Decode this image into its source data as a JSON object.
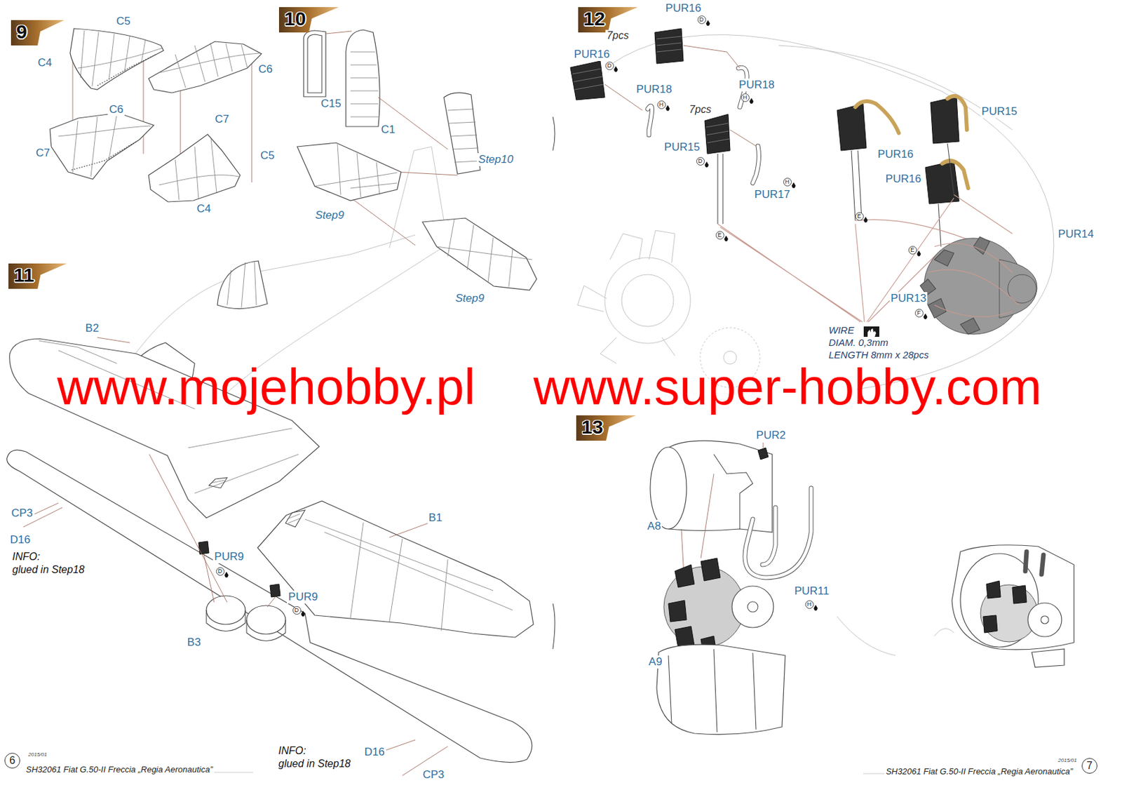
{
  "diagram": {
    "nodes": [
      {
        "text": [
          "9"
        ]
      },
      {
        "text": [
          "10"
        ]
      },
      {
        "text": [
          "11"
        ]
      },
      {
        "text": [
          "12"
        ]
      },
      {
        "text": [
          "13"
        ]
      }
    ],
    "labels": [
      "C5",
      "C4",
      "C6",
      "C6",
      "C7",
      "C7",
      "C5",
      "C4",
      "C15",
      "C1",
      "Step10",
      "Step9",
      "Step9",
      "B2",
      "CP3",
      "D16",
      "INFO:",
      "glued in Step18",
      "B1",
      "PUR9",
      "D",
      "PUR9",
      "D",
      "B3",
      "INFO:",
      "glued in Step18",
      "D16",
      "CP3",
      "www.mojehobby.pl",
      "www.super-hobby.com",
      "6",
      "2015/01",
      "SH32061 Fiat G.50-II Freccia „Regia Aeronautica”",
      "7pcs",
      "PUR16",
      "D",
      "PUR16",
      "D",
      "PUR18",
      "H",
      "PUR18",
      "H",
      "7pcs",
      "PUR15",
      "D",
      "PUR17",
      "H",
      "PUR16",
      "PUR15",
      "PUR16",
      "PUR14",
      "E",
      "E",
      "E",
      "PUR13",
      "F",
      "WIRE",
      "DIAM. 0,3mm",
      "LENGTH 8mm x 28pcs",
      "PUR2",
      "A8",
      "PUR11",
      "H",
      "A9",
      "SH32061 Fiat G.50-II Freccia „Regia Aeronautica”",
      "2015/01",
      "7"
    ]
  }
}
